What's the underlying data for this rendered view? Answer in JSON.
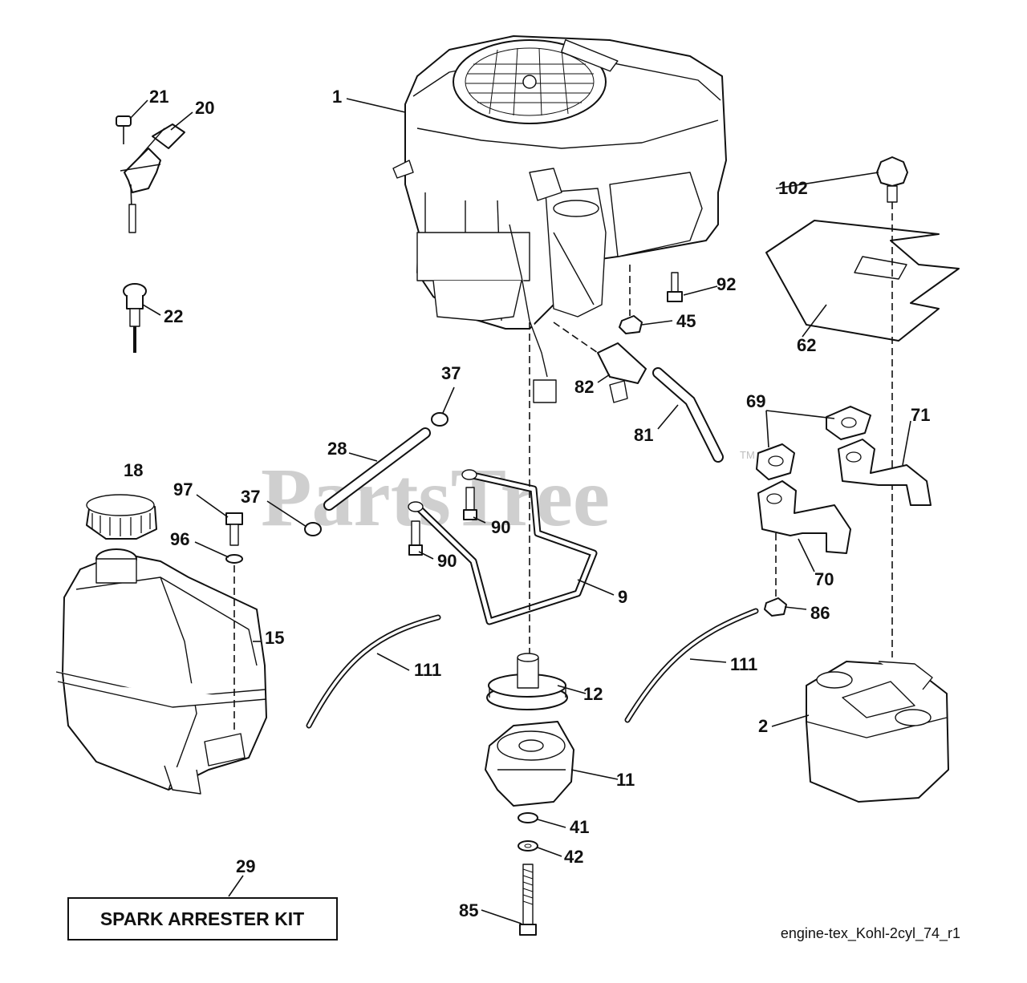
{
  "watermark": {
    "text": "PartsTree",
    "tm": "TM"
  },
  "callouts": {
    "c1": "1",
    "c2": "2",
    "c9": "9",
    "c11": "11",
    "c12": "12",
    "c15": "15",
    "c18": "18",
    "c20": "20",
    "c21": "21",
    "c22": "22",
    "c28": "28",
    "c29": "29",
    "c37a": "37",
    "c37b": "37",
    "c41": "41",
    "c42": "42",
    "c45": "45",
    "c62": "62",
    "c69": "69",
    "c70": "70",
    "c71": "71",
    "c81": "81",
    "c82": "82",
    "c85": "85",
    "c86": "86",
    "c90a": "90",
    "c90b": "90",
    "c92": "92",
    "c96": "96",
    "c97": "97",
    "c102": "102",
    "c111a": "111",
    "c111b": "111"
  },
  "kit_label": "SPARK ARRESTER KIT",
  "diagram_code": "engine-tex_Kohl-2cyl_74_r1"
}
